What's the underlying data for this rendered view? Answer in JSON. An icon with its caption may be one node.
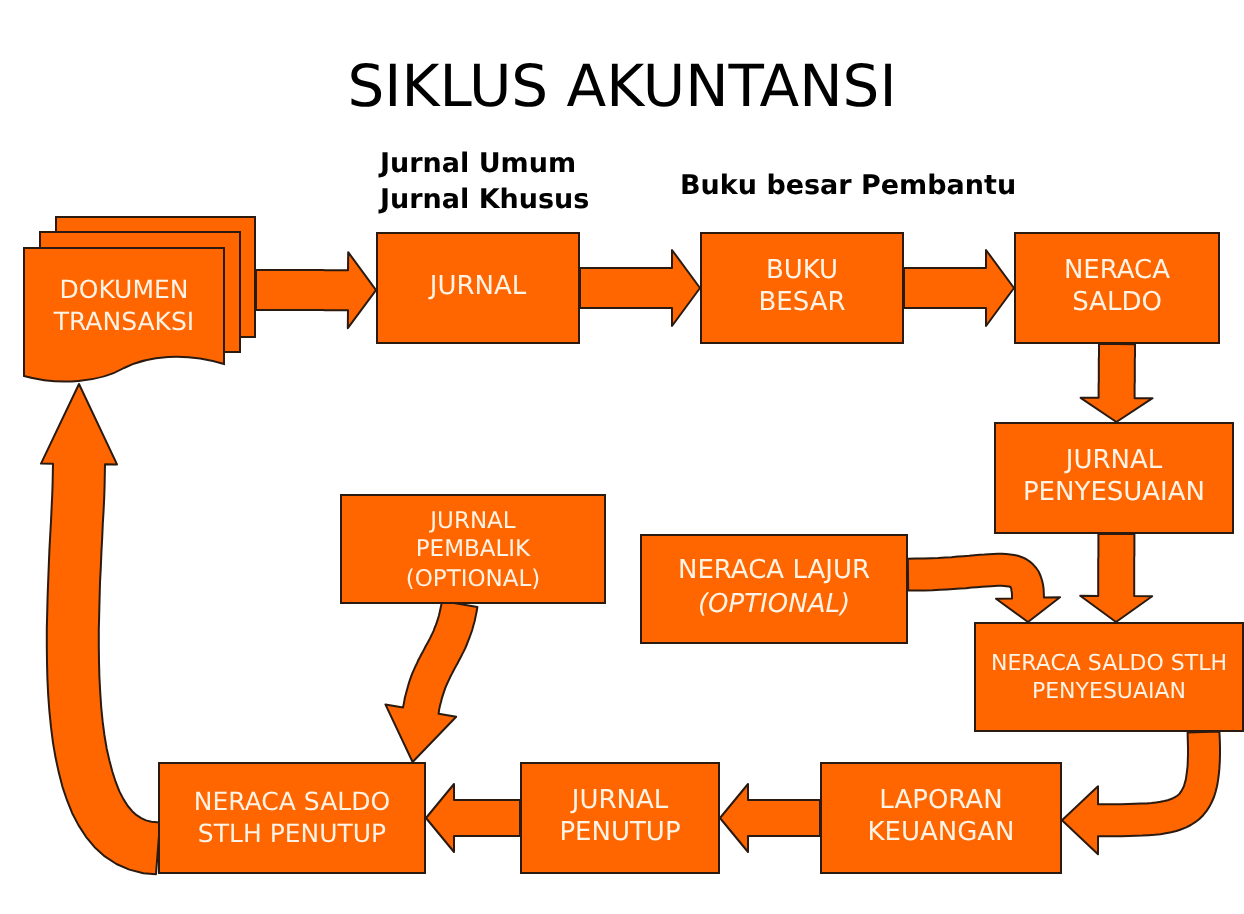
{
  "diagram": {
    "title": "SIKLUS AKUNTANSI",
    "nodes": [
      {
        "text": [
          "DOKUMEN TRANSAKSI"
        ]
      },
      {
        "text": [
          "JURNAL"
        ],
        "beside": [
          "Jurnal Umum",
          "Jurnal Khusus"
        ]
      },
      {
        "text": [
          "BUKU BESAR"
        ],
        "beside": [
          "Buku besar Pembantu"
        ]
      },
      {
        "text": [
          "NERACA SALDO"
        ]
      },
      {
        "text": [
          "JURNAL PENYESUAIAN"
        ]
      },
      {
        "text": [
          "JURNAL PEMBALIK (OPTIONAL)"
        ]
      },
      {
        "text": [
          "NERACA LAJUR *(OPTIONAL)*"
        ]
      },
      {
        "text": [
          "NERACA SALDO STLH PENYESUAIAN"
        ]
      },
      {
        "text": [
          "LAPORAN KEUANGAN"
        ]
      },
      {
        "text": [
          "JURNAL PENUTUP"
        ]
      },
      {
        "text": [
          "NERACA SALDO STLH PENUTUP"
        ]
      }
    ],
    "edges": [
      {
        "from": 0,
        "to": 1,
        "arrow": "to"
      },
      {
        "from": 1,
        "to": 2,
        "arrow": "to"
      },
      {
        "from": 2,
        "to": 3,
        "arrow": "to"
      },
      {
        "from": 3,
        "to": 4,
        "arrow": "to"
      },
      {
        "from": 4,
        "to": 7,
        "arrow": "to"
      },
      {
        "from": 6,
        "to": 7,
        "arrow": "to"
      },
      {
        "from": 7,
        "to": 8,
        "arrow": "to"
      },
      {
        "from": 8,
        "to": 9,
        "arrow": "to"
      },
      {
        "from": 9,
        "to": 10,
        "arrow": "to"
      },
      {
        "from": 5,
        "to": 10,
        "arrow": "to"
      },
      {
        "from": 10,
        "to": 0,
        "arrow": "to"
      }
    ]
  }
}
